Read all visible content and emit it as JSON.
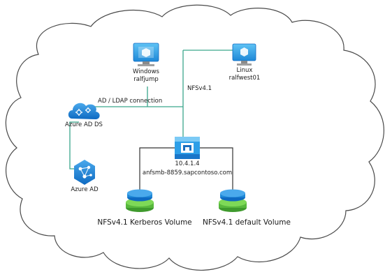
{
  "nodes": {
    "windows_vm": {
      "line1": "Windows",
      "line2": "ralfjump",
      "icon": "windows-vm-icon"
    },
    "linux_vm": {
      "line1": "Linux",
      "line2": "ralfwest01",
      "icon": "linux-vm-icon"
    },
    "azure_ad_ds": {
      "label": "Azure AD DS",
      "icon": "azure-ad-ds-icon"
    },
    "azure_ad": {
      "label": "Azure AD",
      "icon": "azure-ad-icon"
    },
    "anf": {
      "ip": "10.4.1.4",
      "host": "anfsmb-8859.sapcontoso.com",
      "icon": "azure-netapp-files-icon"
    },
    "kerberos_volume": {
      "label": "NFSv4.1 Kerberos Volume",
      "icon": "volume-disk-icon"
    },
    "default_volume": {
      "label": "NFSv4.1 default Volume",
      "icon": "volume-disk-icon"
    }
  },
  "connections": {
    "ad_ldap": "AD / LDAP connection",
    "nfs": "NFSv4.1"
  },
  "colors": {
    "connector_green": "#3aa68c",
    "connector_dark": "#333333",
    "azure_blue": "#1e88d7",
    "volume_green": "#58b83d",
    "cloud_outline": "#4a4a4a"
  }
}
